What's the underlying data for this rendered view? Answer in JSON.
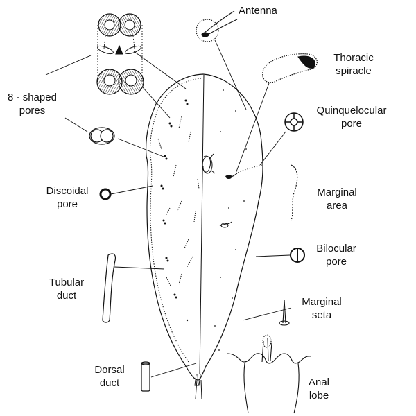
{
  "labels": {
    "antenna": "Antenna",
    "thoracic_spiracle": [
      "Thoracic",
      "spiracle"
    ],
    "eight_shaped_pores": [
      "8 - shaped",
      "pores"
    ],
    "quinquelocular_pore": [
      "Quinquelocular",
      "pore"
    ],
    "discoidal_pore": [
      "Discoidal",
      "pore"
    ],
    "marginal_area": [
      "Marginal",
      "area"
    ],
    "bilocular_pore": [
      "Bilocular",
      "pore"
    ],
    "tubular_duct": [
      "Tubular",
      "duct"
    ],
    "marginal_seta": [
      "Marginal",
      "seta"
    ],
    "dorsal_duct": [
      "Dorsal",
      "duct"
    ],
    "anal_lobe": [
      "Anal",
      "lobe"
    ]
  },
  "colors": {
    "ink": "#111111",
    "background": "#ffffff"
  }
}
